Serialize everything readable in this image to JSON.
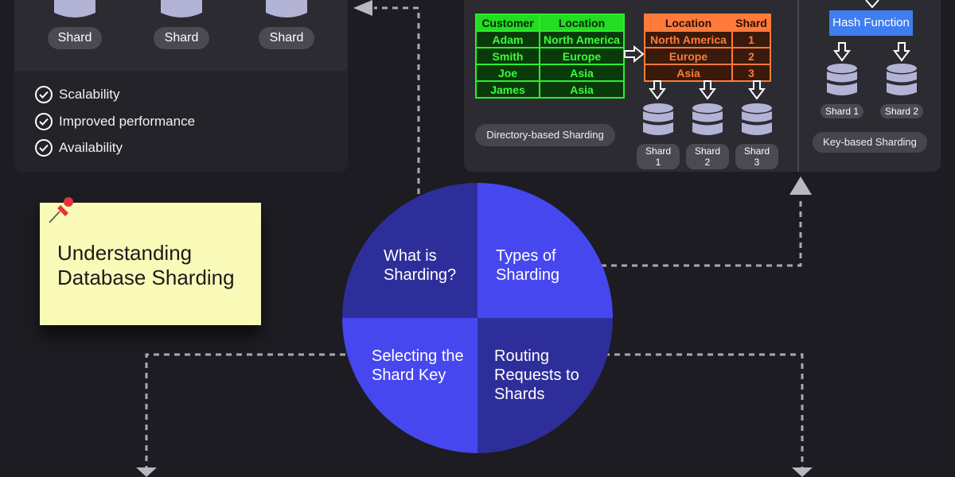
{
  "left_panel": {
    "shard_labels": [
      "Shard",
      "Shard",
      "Shard"
    ],
    "benefits": [
      "Scalability",
      "Improved performance",
      "Availability"
    ]
  },
  "directory_sharding": {
    "table1": {
      "headers": [
        "Customer",
        "Location"
      ],
      "rows": [
        [
          "Adam",
          "North America"
        ],
        [
          "Smith",
          "Europe"
        ],
        [
          "Joe",
          "Asia"
        ],
        [
          "James",
          "Asia"
        ]
      ]
    },
    "table2": {
      "headers": [
        "Location",
        "Shard"
      ],
      "rows": [
        [
          "North America",
          "1"
        ],
        [
          "Europe",
          "2"
        ],
        [
          "Asia",
          "3"
        ]
      ]
    },
    "shards": [
      "Shard 1",
      "Shard 2",
      "Shard 3"
    ],
    "label": "Directory-based Sharding"
  },
  "key_sharding": {
    "hash_label": "Hash Function",
    "shards": [
      "Shard 1",
      "Shard 2"
    ],
    "label": "Key-based Sharding"
  },
  "sticky_note": {
    "line1": "Understanding",
    "line2": "Database Sharding"
  },
  "circle": {
    "q1": [
      "What is",
      "Sharding?"
    ],
    "q2": [
      "Types of",
      "Sharding"
    ],
    "q3": [
      "Selecting the",
      "Shard Key"
    ],
    "q4": [
      "Routing",
      "Requests to",
      "Shards"
    ]
  },
  "colors": {
    "background": "#1c1c22",
    "panel": "#2b2b31",
    "circle_dark": "#2e2e9a",
    "circle_light": "#4747ef",
    "db_icon": "#b3b3d6",
    "hash_box": "#3f7ef0",
    "sticky": "#fafab8"
  }
}
